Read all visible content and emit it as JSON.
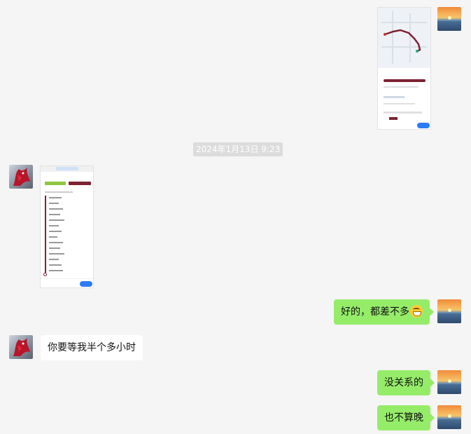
{
  "timestamp": "2024年1月13日 9:23",
  "messages": [
    {
      "side": "right",
      "type": "image",
      "description_name": "map-route-screenshot"
    },
    {
      "side": "left",
      "type": "image",
      "description_name": "metro-route-screenshot"
    },
    {
      "side": "right",
      "type": "text",
      "text": "好的，都差不多",
      "emoji": "grin-emoji"
    },
    {
      "side": "left",
      "type": "text",
      "text": "你要等我半个多小时"
    },
    {
      "side": "right",
      "type": "text",
      "text": "没关系的"
    },
    {
      "side": "right",
      "type": "text",
      "text": "也不算晚"
    }
  ],
  "colors": {
    "background": "#f5f5f5",
    "sent_bubble": "#95ec69",
    "received_bubble": "#ffffff",
    "timestamp_bg": "#dcdcdc",
    "route_accent": "#7d2232"
  },
  "icons": [
    "sunset-avatar",
    "dragon-avatar",
    "grin-emoji"
  ]
}
